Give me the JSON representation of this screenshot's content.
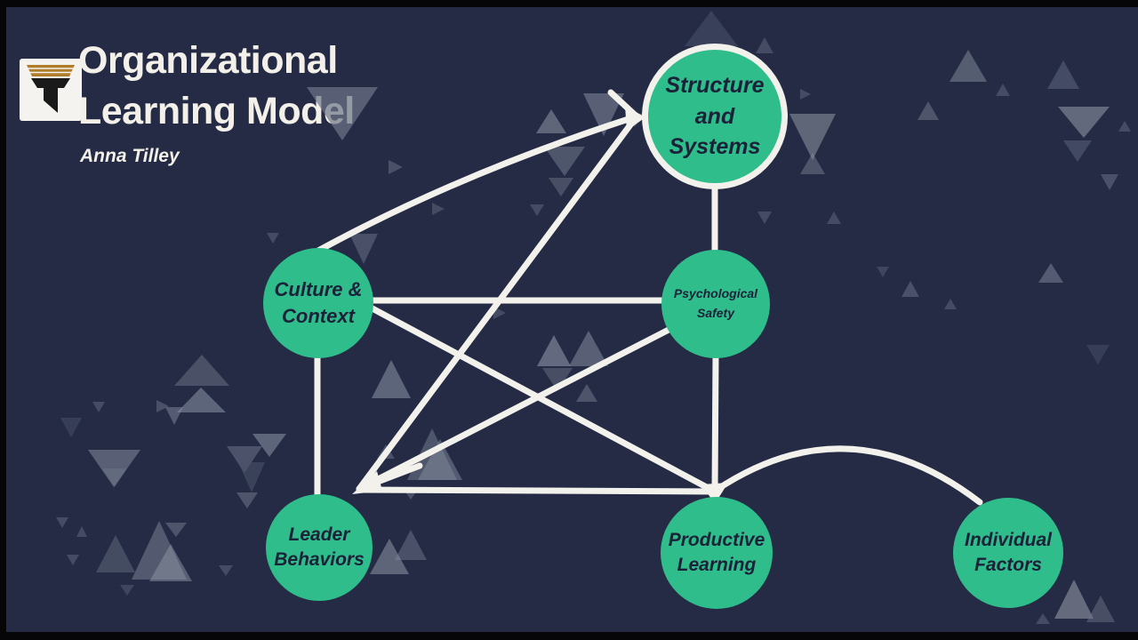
{
  "header": {
    "title_line1": "Organizational",
    "title_line2": "Learning Model",
    "author": "Anna Tilley",
    "logo": "letter-T-emblem"
  },
  "diagram": {
    "nodes": [
      {
        "id": "structure-systems",
        "label": "Structure\nand\nSystems",
        "highlighted": true
      },
      {
        "id": "culture-context",
        "label": "Culture &\nContext",
        "highlighted": false
      },
      {
        "id": "psychological-safety",
        "label": "Psychological\nSafety",
        "highlighted": false
      },
      {
        "id": "leader-behaviors",
        "label": "Leader\nBehaviors",
        "highlighted": false
      },
      {
        "id": "productive-learning",
        "label": "Productive\nLearning",
        "highlighted": false
      },
      {
        "id": "individual-factors",
        "label": "Individual\nFactors",
        "highlighted": false
      }
    ],
    "edges": [
      {
        "from": "culture-context",
        "to": "structure-systems",
        "style": "curved-arrow"
      },
      {
        "from": "structure-systems",
        "to": "leader-behaviors",
        "style": "straight"
      },
      {
        "from": "structure-systems",
        "to": "psychological-safety",
        "style": "straight"
      },
      {
        "from": "culture-context",
        "to": "psychological-safety",
        "style": "straight"
      },
      {
        "from": "culture-context",
        "to": "leader-behaviors",
        "style": "straight"
      },
      {
        "from": "culture-context",
        "to": "productive-learning",
        "style": "straight"
      },
      {
        "from": "psychological-safety",
        "to": "leader-behaviors",
        "style": "straight"
      },
      {
        "from": "psychological-safety",
        "to": "productive-learning",
        "style": "straight"
      },
      {
        "from": "leader-behaviors",
        "to": "productive-learning",
        "style": "straight-arrow"
      },
      {
        "from": "productive-learning",
        "to": "individual-factors",
        "style": "curved"
      }
    ]
  },
  "colors": {
    "background": "#252b45",
    "node_green": "#2fbd8b",
    "connector_white": "#f2f1ec",
    "node_text": "#1b2138",
    "title_text": "#f2f0e8",
    "logo_gold": "#b07d2a",
    "logo_black": "#1a1a1a"
  }
}
